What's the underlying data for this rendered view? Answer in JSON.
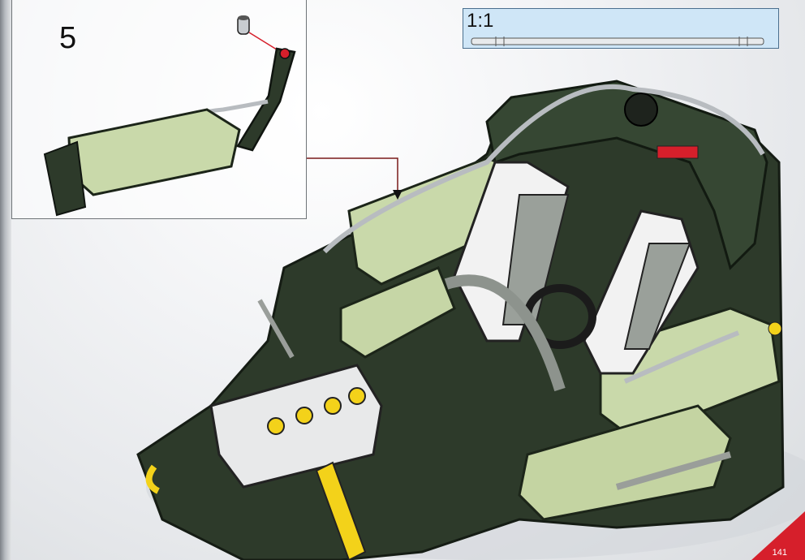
{
  "step": {
    "number": "5"
  },
  "scale_indicator": {
    "label": "1:1"
  },
  "page": {
    "number": "141"
  },
  "colors": {
    "frame_dark": "#2d3a2a",
    "panel_green": "#c9d9aa",
    "scale_blue": "#cfe6f7",
    "corner_red": "#d61f2b",
    "accent_yellow": "#f3d21a"
  },
  "icons": [
    "pin-part-icon",
    "callout-arrow-icon"
  ]
}
